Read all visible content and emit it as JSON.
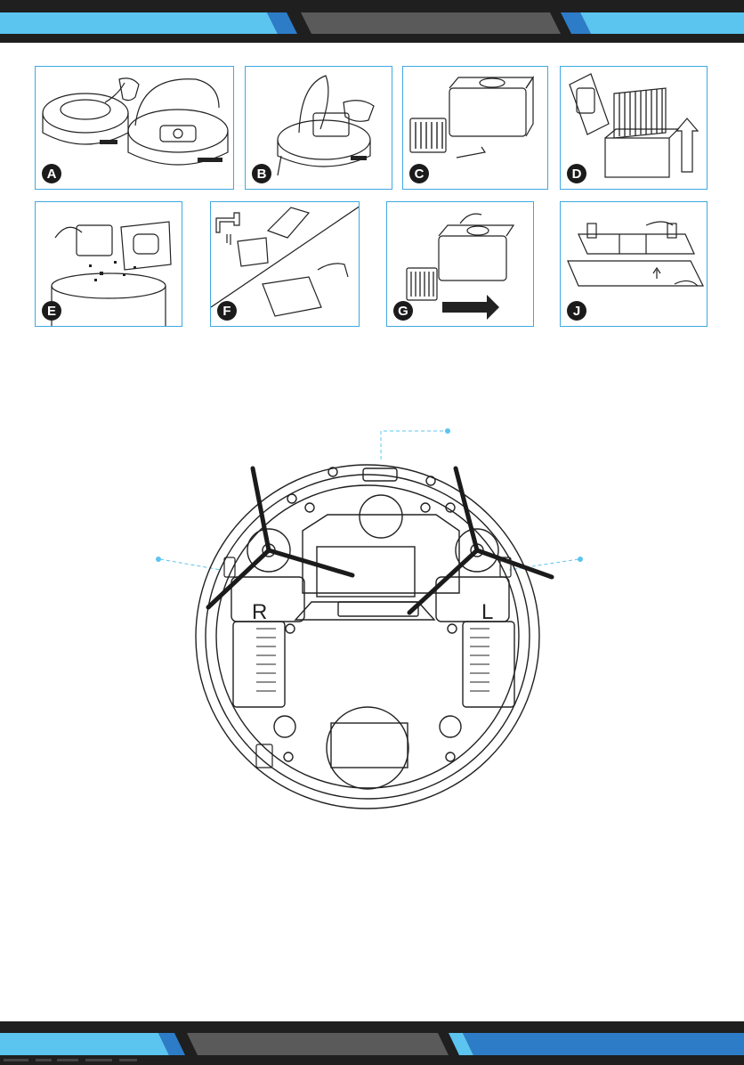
{
  "colors": {
    "accent": "#5bc4ef",
    "accent_dark": "#2d7cc8",
    "band_dark": "#1f1f1f",
    "band_gray": "#5a5a5a",
    "panel_border": "#3fa9e0",
    "ink": "#1b1b1b"
  },
  "steps": [
    {
      "letter": "A"
    },
    {
      "letter": "B"
    },
    {
      "letter": "C"
    },
    {
      "letter": "D"
    },
    {
      "letter": "E"
    },
    {
      "letter": "F"
    },
    {
      "letter": "G"
    },
    {
      "letter": "J"
    }
  ],
  "diagram": {
    "wheel_right_label": "R",
    "wheel_left_label": "L"
  }
}
